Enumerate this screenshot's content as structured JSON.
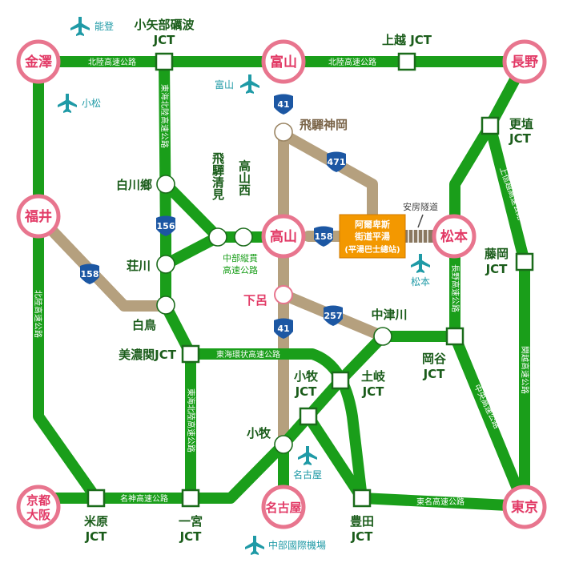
{
  "cities": {
    "kanazawa": "金澤",
    "toyama": "富山",
    "nagano": "長野",
    "fukui": "福井",
    "takayama": "高山",
    "matsumoto": "松本",
    "kyoto_osaka_1": "京都",
    "kyoto_osaka_2": "大阪",
    "nagoya": "名古屋",
    "tokyo": "東京"
  },
  "jct": {
    "oyabe_l1": "小矢部礪波",
    "oyabe_l2": "JCT",
    "joetsu": "上越 JCT",
    "koshoku_l1": "更埴",
    "koshoku_l2": "JCT",
    "fujioka_l1": "藤岡",
    "fujioka_l2": "JCT",
    "okaya_l1": "岡谷",
    "okaya_l2": "JCT",
    "minoseki": "美濃関JCT",
    "komaki_l1": "小牧",
    "komaki_l2": "JCT",
    "toki_l1": "土岐",
    "toki_l2": "JCT",
    "maibara_l1": "米原",
    "maibara_l2": "JCT",
    "ichinomiya_l1": "一宮",
    "ichinomiya_l2": "JCT",
    "toyota_l1": "豊田",
    "toyota_l2": "JCT"
  },
  "places": {
    "hida_kamioka": "飛驒神岡",
    "shirakawago": "白川鄉",
    "hida_kiyomi": "飛驒清見",
    "takayama_nishi": "高山西",
    "shokawa": "荘川",
    "shirotori": "白鳥",
    "gero": "下呂",
    "nakatsugawa": "中津川",
    "komaki": "小牧"
  },
  "roads": {
    "hokuriku_1": "北陸高速公路",
    "hokuriku_2": "北陸高速公路",
    "tokai_hokuriku_1": "東海北陸高速公路",
    "tokai_hokuriku_2": "東海北陸高速公路",
    "hokuriku_vertical": "北陸高速公路",
    "joshinetsu": "上信越高速公路",
    "kanetsu": "関越高速公路",
    "nagano_road": "長野高速公路",
    "chuo": "中央高速公路",
    "tokai_kanjo": "東海環状高速公路",
    "meishin": "名神高速公路",
    "tomei": "東名高速公路",
    "chubu_jukan_1": "中部縦貫",
    "chubu_jukan_2": "高速公路",
    "abo_tunnel": "安房隧道"
  },
  "shields": {
    "r41_top": "41",
    "r471": "471",
    "r156": "156",
    "r158_left": "158",
    "r158_right": "158",
    "r41_bottom": "41",
    "r257": "257"
  },
  "destination": {
    "line1": "阿爾卑斯",
    "line2": "街道平湯",
    "line3": "(平湯巴士總站)"
  },
  "airports": {
    "noto": "能登",
    "komatsu": "小松",
    "toyama": "富山",
    "matsumoto": "松本",
    "nagoya": "名古屋",
    "chubu": "中部國際機場"
  },
  "colors": {
    "expressway": "#1a9e1a",
    "national_road": "#b5a07e",
    "city_ring": "#e8758e",
    "city_text": "#e23a66",
    "shield": "#1c57a3",
    "destination": "#f39800",
    "airport": "#1f9aa6"
  },
  "icons": {
    "airport": "airplane-icon",
    "shield": "route-shield-icon"
  }
}
